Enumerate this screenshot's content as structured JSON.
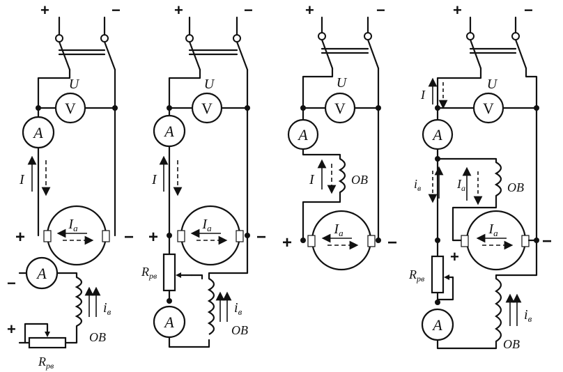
{
  "labels": {
    "plus": "+",
    "minus": "−",
    "ammeter": "A",
    "voltmeter": "V",
    "voltage": "U",
    "current": "I",
    "armature_current_main": "I",
    "armature_current_sub": "a",
    "field_current_main": "i",
    "field_current_sub": "в",
    "field_winding": "ОВ",
    "rheostat_main": "R",
    "rheostat_sub": "рв"
  }
}
